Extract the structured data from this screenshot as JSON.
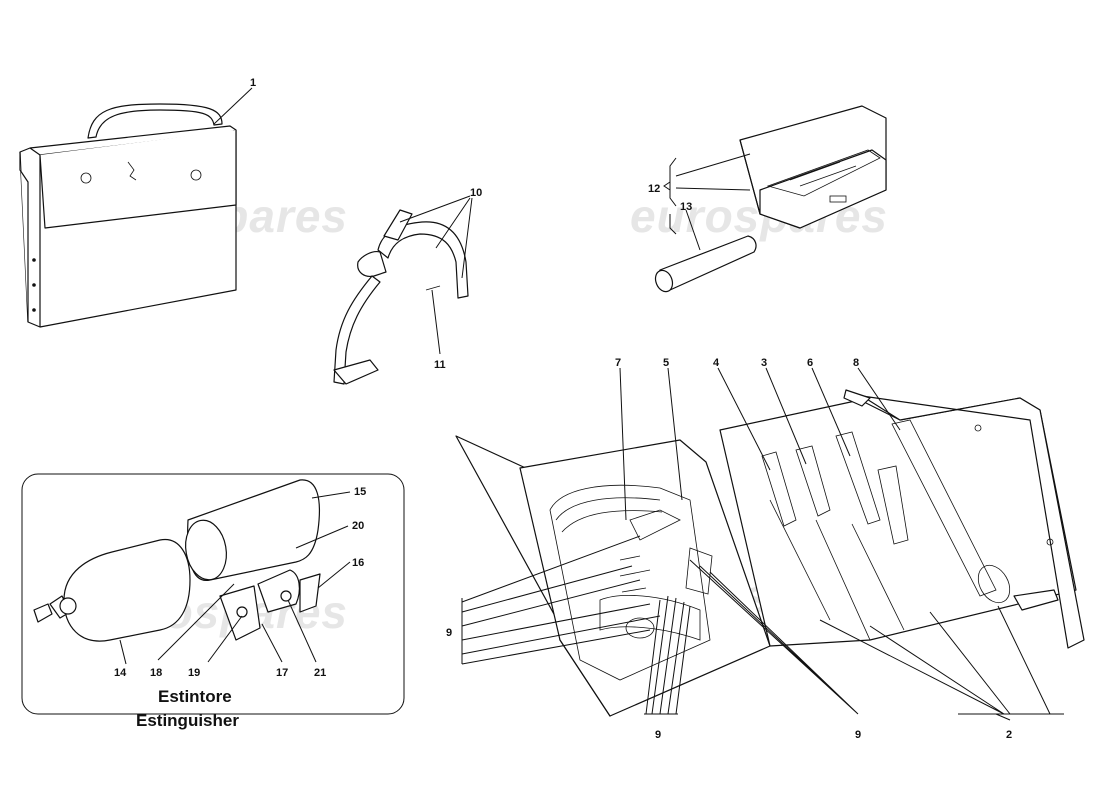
{
  "watermark": "eurospares",
  "callouts": {
    "c1": "1",
    "c2": "2",
    "c3": "3",
    "c4": "4",
    "c5": "5",
    "c6": "6",
    "c7": "7",
    "c8": "8",
    "c9": "9",
    "c10": "10",
    "c11": "11",
    "c12": "12",
    "c13": "13",
    "c14": "14",
    "c15": "15",
    "c16": "16",
    "c17": "17",
    "c18": "18",
    "c19": "19",
    "c20": "20",
    "c21": "21"
  },
  "inset": {
    "caption_it": "Estintore",
    "caption_en": "Estinguisher"
  }
}
